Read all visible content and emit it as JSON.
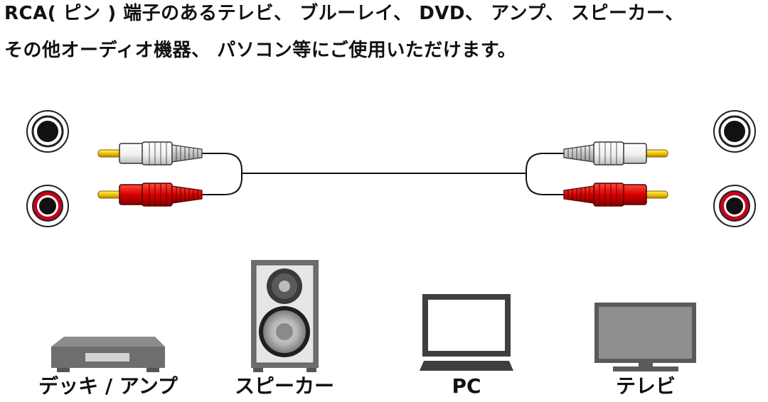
{
  "headline": {
    "line1": "RCA( ピン ) 端子のあるテレビ、 ブルーレイ、 DVD、 アンプ、 スピーカー、",
    "line2": "その他オーディオ機器、 パソコン等にご使用いただけます。"
  },
  "devices": [
    {
      "icon": "video-deck-icon",
      "label": "デッキ / アンプ"
    },
    {
      "icon": "speaker-icon",
      "label": "スピーカー"
    },
    {
      "icon": "pc-monitor-icon",
      "label": "PC"
    },
    {
      "icon": "tv-icon",
      "label": "テレビ"
    }
  ],
  "colors": {
    "plug_white": "#f4f4f4",
    "plug_red": "#d60000",
    "pin_gold": "#f2c200",
    "device_gray": "#7a7a7a",
    "jack_red": "#c8001e"
  }
}
